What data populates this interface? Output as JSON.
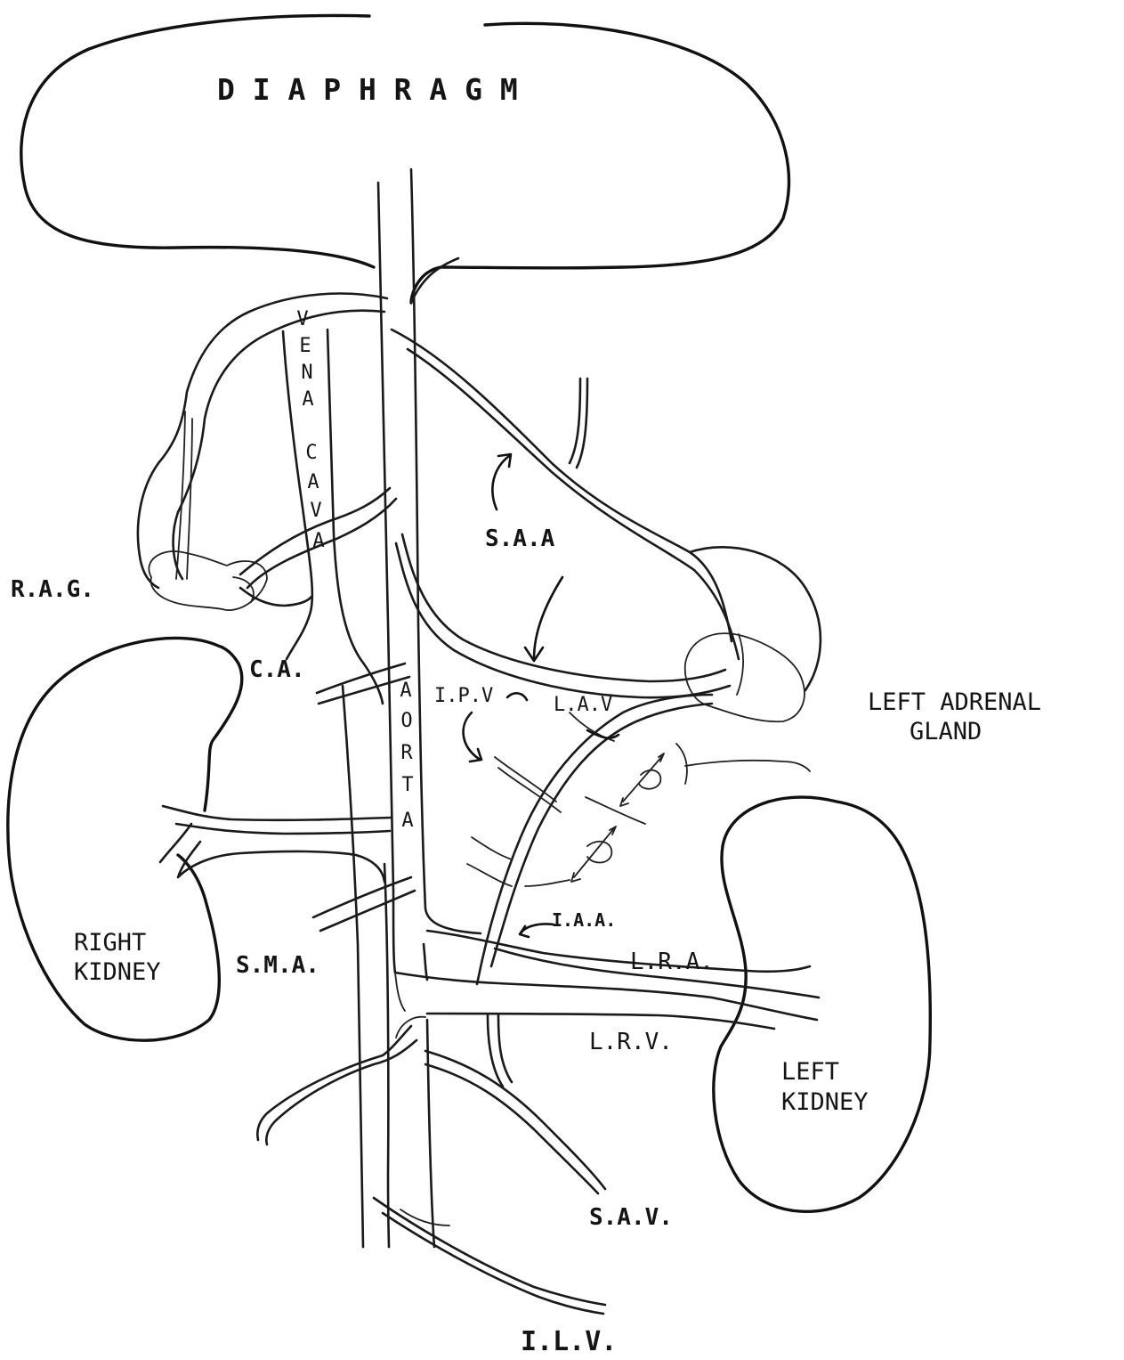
{
  "labels": {
    "diaphragm": "D I A P H R A G M",
    "vena_cava": [
      "V",
      "E",
      "N",
      "A",
      "C",
      "A",
      "V",
      "A"
    ],
    "aorta": [
      "A",
      "O",
      "R",
      "T",
      "A"
    ],
    "rag": "R.A.G.",
    "saa": "S.A.A",
    "ca": "C.A.",
    "ipv": "I.P.V",
    "lav": "L.A.V",
    "left_adrenal_line1": "LEFT ADRENAL",
    "left_adrenal_line2": "GLAND",
    "iaa": "I.A.A.",
    "lra": "L.R.A.",
    "right_kidney_line1": "RIGHT",
    "right_kidney_line2": "KIDNEY",
    "sma": "S.M.A.",
    "lrv": "L.R.V.",
    "left_kidney_line1": "LEFT",
    "left_kidney_line2": "KIDNEY",
    "sav": "S.A.V.",
    "ilv": "I.L.V."
  },
  "colors": {
    "ink": "#111111",
    "paper": "#ffffff"
  }
}
